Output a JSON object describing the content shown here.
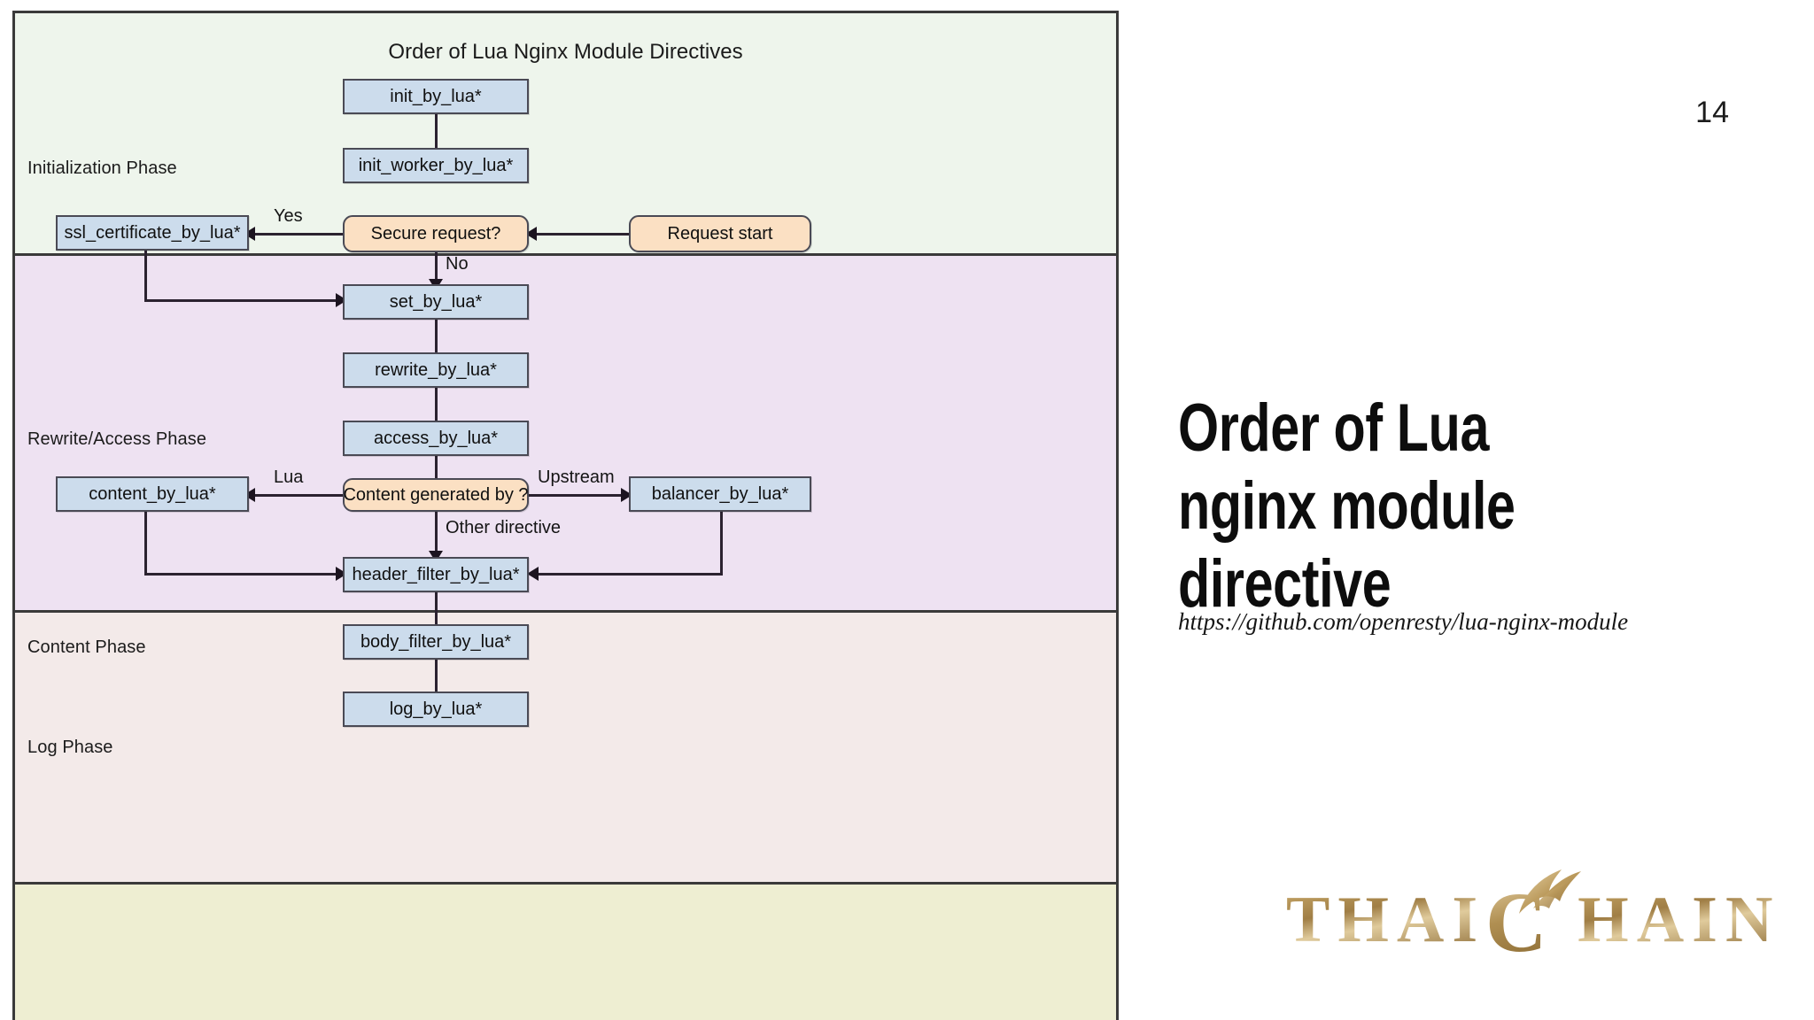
{
  "slide": {
    "page_number": "14",
    "headline_line1": "Order of Lua",
    "headline_line2": "nginx module directive",
    "source_url": "https://github.com/openresty/lua-nginx-module",
    "logo": {
      "text_before": "THAI",
      "ornament_letter": "C",
      "text_after": "HAIN",
      "color": "#b08f52"
    }
  },
  "diagram": {
    "title": "Order of Lua Nginx Module Directives",
    "colors": {
      "process_fill": "#ccdcec",
      "decision_fill": "#fbe0c3",
      "node_border": "#4a4a55",
      "connector": "#2b2230",
      "band_init": "#eef5ec",
      "band_rewrite": "#eee2f2",
      "band_content": "#f3eae9",
      "band_log": "#eeeed2"
    },
    "phases": [
      {
        "id": "initialization",
        "label": "Initialization Phase"
      },
      {
        "id": "rewrite_access",
        "label": "Rewrite/Access Phase"
      },
      {
        "id": "content",
        "label": "Content Phase"
      },
      {
        "id": "log",
        "label": "Log Phase"
      }
    ],
    "nodes": [
      {
        "id": "init_by_lua",
        "label": "init_by_lua*",
        "type": "process",
        "phase": "initialization"
      },
      {
        "id": "init_worker_by_lua",
        "label": "init_worker_by_lua*",
        "type": "process",
        "phase": "initialization"
      },
      {
        "id": "request_start",
        "label": "Request start",
        "type": "decision",
        "phase": "rewrite_access"
      },
      {
        "id": "secure_request",
        "label": "Secure request?",
        "type": "decision",
        "phase": "rewrite_access"
      },
      {
        "id": "ssl_certificate_by_lua",
        "label": "ssl_certificate_by_lua*",
        "type": "process",
        "phase": "rewrite_access"
      },
      {
        "id": "set_by_lua",
        "label": "set_by_lua*",
        "type": "process",
        "phase": "rewrite_access"
      },
      {
        "id": "rewrite_by_lua",
        "label": "rewrite_by_lua*",
        "type": "process",
        "phase": "rewrite_access"
      },
      {
        "id": "access_by_lua",
        "label": "access_by_lua*",
        "type": "process",
        "phase": "rewrite_access"
      },
      {
        "id": "content_generated_by",
        "label": "Content generated by ?",
        "type": "decision",
        "phase": "content"
      },
      {
        "id": "content_by_lua",
        "label": "content_by_lua*",
        "type": "process",
        "phase": "content"
      },
      {
        "id": "balancer_by_lua",
        "label": "balancer_by_lua*",
        "type": "process",
        "phase": "content"
      },
      {
        "id": "header_filter_by_lua",
        "label": "header_filter_by_lua*",
        "type": "process",
        "phase": "content"
      },
      {
        "id": "body_filter_by_lua",
        "label": "body_filter_by_lua*",
        "type": "process",
        "phase": "content"
      },
      {
        "id": "log_by_lua",
        "label": "log_by_lua*",
        "type": "process",
        "phase": "log"
      }
    ],
    "edge_labels": {
      "yes": "Yes",
      "no": "No",
      "lua": "Lua",
      "upstream": "Upstream",
      "other_directive": "Other directive"
    }
  }
}
